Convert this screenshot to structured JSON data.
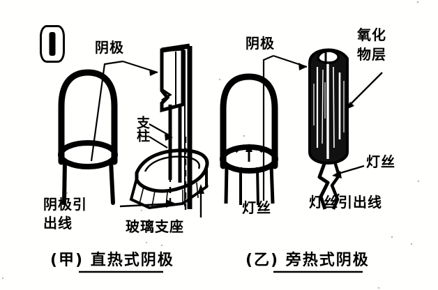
{
  "figure": {
    "number": "1",
    "number_marker_name": "figure-number-1",
    "title_left": "(甲) 直热式阴极",
    "title_right": "(乙) 旁热式阴极"
  },
  "labels": {
    "cathode_left": "阴极",
    "support_post": "支柱",
    "cathode_lead_line1": "阴极引",
    "cathode_lead_line2": "出线",
    "cathode_lead_full": "阴极引出线",
    "glass_base": "玻璃支座",
    "cathode_right": "阴极",
    "oxide_layer_line1": "氧化",
    "oxide_layer_line2": "物层",
    "oxide_layer_full": "氧化物层",
    "filament_center": "灯丝",
    "filament_right": "灯丝",
    "filament_lead": "灯丝引出线"
  },
  "colors": {
    "ink": "#000000",
    "paper": "#fffffd",
    "speckle": "#8a8a8a"
  },
  "diagram_a": {
    "name": "directly-heated-cathode",
    "parts": [
      "阴极",
      "支柱",
      "阴极引出线",
      "玻璃支座"
    ]
  },
  "diagram_b": {
    "name": "indirectly-heated-cathode",
    "parts": [
      "阴极",
      "氧化物层",
      "灯丝",
      "灯丝引出线"
    ]
  }
}
